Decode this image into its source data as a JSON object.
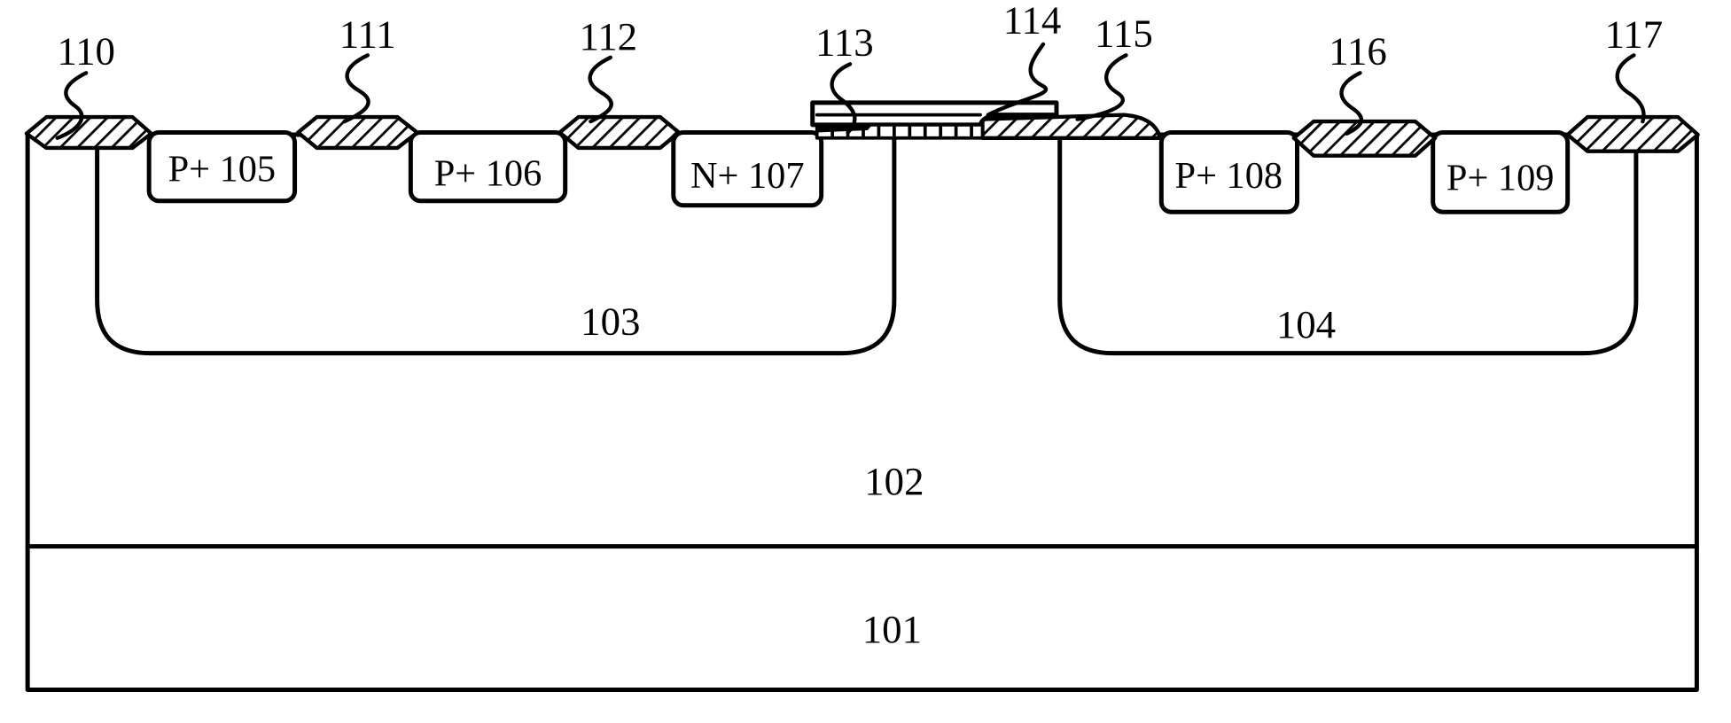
{
  "colors": {
    "line": "#000000",
    "background": "#ffffff"
  },
  "layers": {
    "epi": "102",
    "substrate": "101"
  },
  "wells": [
    {
      "label": "103"
    },
    {
      "label": "104"
    }
  ],
  "diffusions": [
    {
      "label": "P+ 105"
    },
    {
      "label": "P+ 106"
    },
    {
      "label": "N+ 107"
    },
    {
      "label": "P+ 108"
    },
    {
      "label": "P+ 109"
    }
  ],
  "callouts": [
    {
      "label": "110"
    },
    {
      "label": "111"
    },
    {
      "label": "112"
    },
    {
      "label": "113"
    },
    {
      "label": "114"
    },
    {
      "label": "115"
    },
    {
      "label": "116"
    },
    {
      "label": "117"
    }
  ]
}
